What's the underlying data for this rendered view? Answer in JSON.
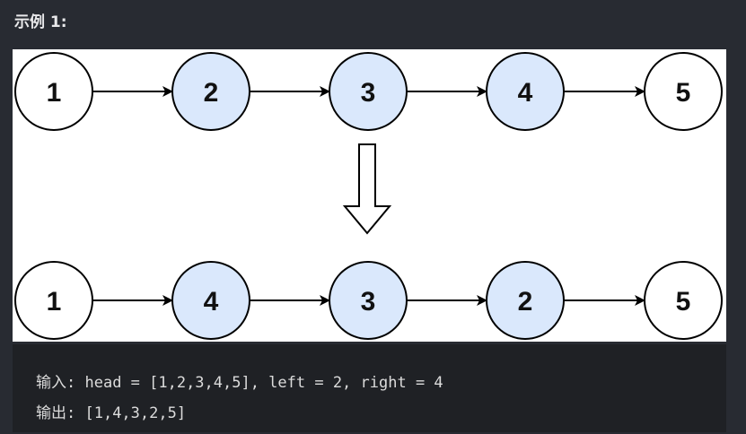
{
  "title": "示例 1:",
  "diagram": {
    "colors": {
      "highlight_fill": "#dae8fc",
      "plain_fill": "#ffffff",
      "stroke": "#000000"
    },
    "before": [
      {
        "label": "1",
        "highlighted": false
      },
      {
        "label": "2",
        "highlighted": true
      },
      {
        "label": "3",
        "highlighted": true
      },
      {
        "label": "4",
        "highlighted": true
      },
      {
        "label": "5",
        "highlighted": false
      }
    ],
    "after": [
      {
        "label": "1",
        "highlighted": false
      },
      {
        "label": "4",
        "highlighted": true
      },
      {
        "label": "3",
        "highlighted": true
      },
      {
        "label": "2",
        "highlighted": true
      },
      {
        "label": "5",
        "highlighted": false
      }
    ]
  },
  "example": {
    "input_label": "输入:",
    "input_value": " head = [1,2,3,4,5], left = 2, right = 4",
    "output_label": "输出:",
    "output_value": " [1,4,3,2,5]"
  }
}
